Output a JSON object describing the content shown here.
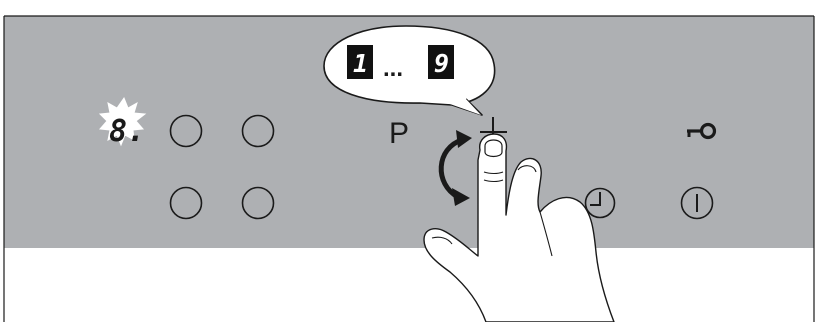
{
  "panel": {
    "program_label": "P",
    "plus_symbol": "+",
    "display_digit": "8.",
    "zone_count": 4,
    "icons": [
      "cooking-zone-icon",
      "timer-clock-icon",
      "power-icon",
      "key-lock-icon",
      "rotate-arrow-icon",
      "hand-pointer-icon"
    ]
  },
  "callout": {
    "range_start": "1",
    "ellipsis": "...",
    "range_end": "9"
  },
  "colors": {
    "panel": "#aeb0b3",
    "line": "#1a1a1a",
    "display_box": "#111111",
    "digit_on_dark": "#ffffff",
    "white": "#ffffff"
  }
}
